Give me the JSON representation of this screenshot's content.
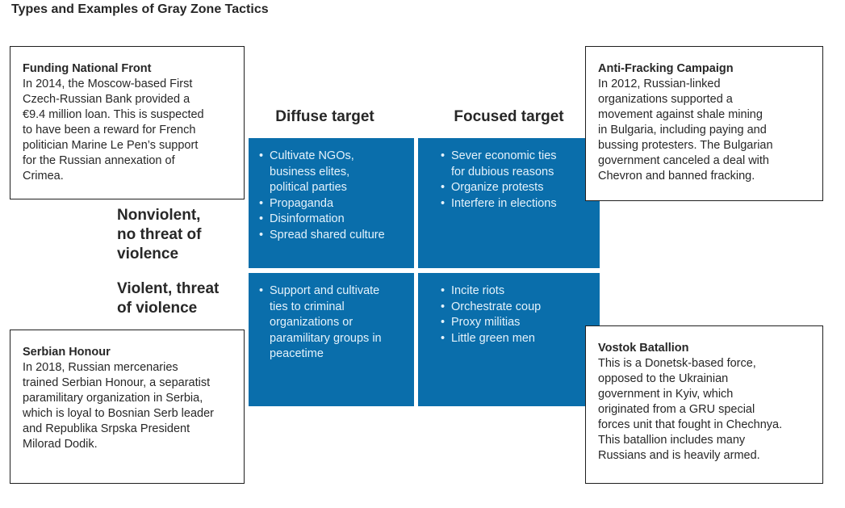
{
  "title": "Types and Examples of Gray Zone Tactics",
  "colors": {
    "matrix_cell_blue": "#0a6eab",
    "cell_text": "#e4f2fb",
    "dark_text": "#272727",
    "callout_border": "#1f1f1f",
    "background": "#ffffff"
  },
  "matrix": {
    "col_headers": [
      "Diffuse target",
      "Focused target"
    ],
    "row_labels": [
      "Nonviolent,\nno threat of\nviolence",
      "Violent, threat\nof violence"
    ],
    "cells": [
      {
        "row": "Nonviolent, no threat of violence",
        "col": "Diffuse target",
        "items": [
          "Cultivate NGOs,\nbusiness elites,\npolitical parties",
          "Propaganda",
          "Disinformation",
          "Spread shared culture"
        ]
      },
      {
        "row": "Nonviolent, no threat of violence",
        "col": "Focused target",
        "items": [
          "Sever economic ties\nfor dubious reasons",
          "Organize protests",
          "Interfere in elections"
        ]
      },
      {
        "row": "Violent, threat of violence",
        "col": "Diffuse target",
        "items": [
          "Support and cultivate\nties to criminal\norganizations or\nparamilitary groups in\npeacetime"
        ]
      },
      {
        "row": "Violent, threat of violence",
        "col": "Focused target",
        "items": [
          "Incite riots",
          "Orchestrate coup",
          "Proxy militias",
          "Little green men"
        ]
      }
    ]
  },
  "callouts": [
    {
      "title": "Funding National Front",
      "body": "In 2014, the Moscow-based First\nCzech-Russian Bank provided a\n€9.4 million loan. This is suspected\nto have been a reward for French\npolitician Marine Le Pen’s support\nfor the Russian annexation of\nCrimea."
    },
    {
      "title": "Anti-Fracking Campaign",
      "body": "In 2012, Russian-linked\norganizations supported a\nmovement against shale mining\nin Bulgaria, including paying and\nbussing protesters. The Bulgarian\ngovernment canceled a deal with\nChevron and banned fracking."
    },
    {
      "title": "Serbian Honour",
      "body": "In 2018, Russian mercenaries\ntrained Serbian Honour, a separatist\nparamilitary organization in Serbia,\nwhich is loyal to Bosnian Serb leader\nand Republika Srpska President\nMilorad Dodik."
    },
    {
      "title": "Vostok Batallion",
      "body": "This is a Donetsk-based force,\nopposed to the Ukrainian\ngovernment in Kyiv, which\noriginated from a GRU special\nforces unit that fought in Chechnya.\nThis batallion includes many\nRussians and is heavily armed."
    }
  ]
}
